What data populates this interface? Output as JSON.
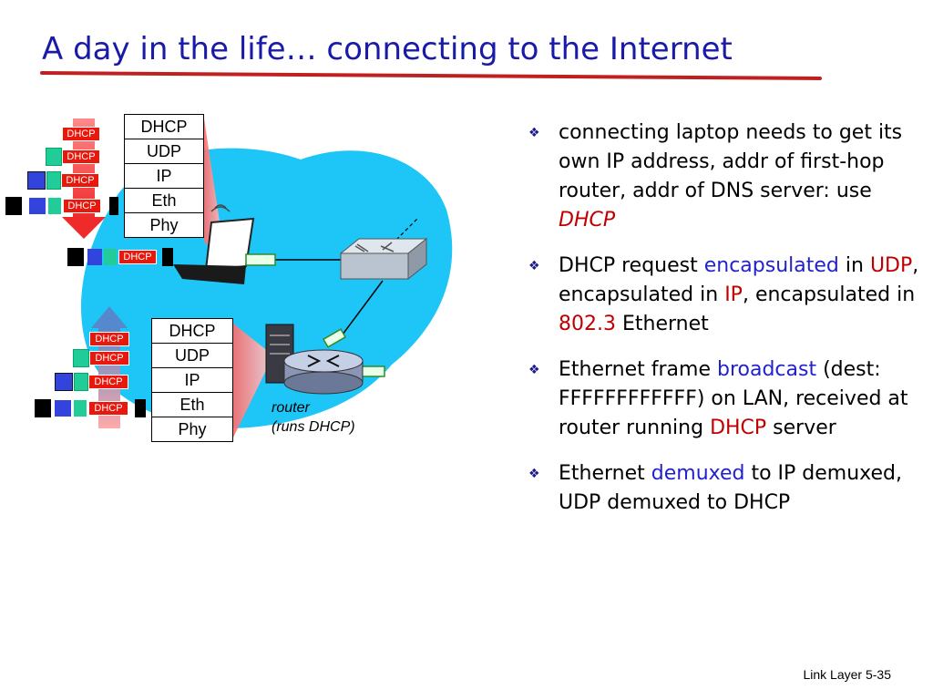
{
  "slide": {
    "title": "A day in the life… connecting to the Internet",
    "footer": "Link Layer 5-35"
  },
  "diagram": {
    "stack_layers": [
      "DHCP",
      "UDP",
      "IP",
      "Eth",
      "Phy"
    ],
    "frame_label": "DHCP",
    "router_label_line1": "router",
    "router_label_line2": "(runs DHCP)",
    "colors": {
      "cloud": "#1ec5f7",
      "dhcp_tag": "#e8180c",
      "udp_header": "#22cc99",
      "ip_header": "#3344dd",
      "eth_header": "#000000",
      "title": "#1a1aa8",
      "underline": "#c02020",
      "emphasis_red": "#c00000",
      "emphasis_blue": "#2222cc"
    },
    "icons": [
      "laptop-icon",
      "switch-icon",
      "router-icon",
      "server-icon",
      "up-arrow-icon",
      "down-arrow-icon"
    ]
  },
  "bullets": [
    {
      "t1": "connecting laptop needs to get its own IP address, addr of first-hop router, addr of DNS server: use ",
      "e1": "DHCP"
    },
    {
      "t1": "DHCP request ",
      "e1": "encapsulated",
      "t2": " in ",
      "e2": "UDP",
      "t3": ", encapsulated in ",
      "e3": "IP",
      "t4": ", encapsulated in ",
      "e4": "802.3",
      "t5": " Ethernet"
    },
    {
      "t1": "Ethernet frame ",
      "e1": "broadcast",
      "t2": " (dest: FFFFFFFFFFFF) on LAN, received at router running ",
      "e2": "DHCP",
      "t3": " server"
    },
    {
      "t1": "Ethernet ",
      "e1": "demuxed",
      "t2": " to IP demuxed, UDP demuxed to DHCP"
    }
  ]
}
